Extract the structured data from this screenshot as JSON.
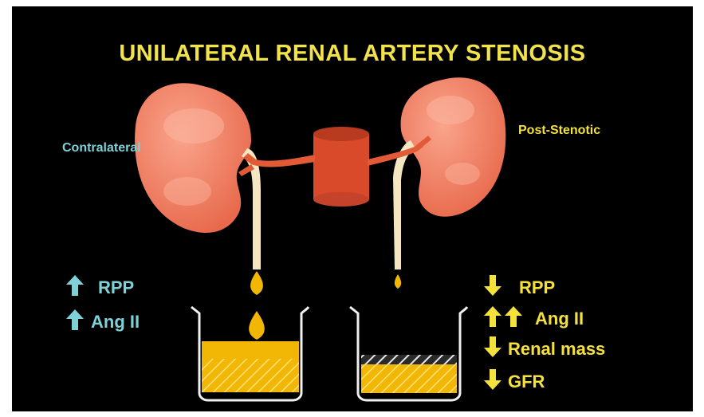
{
  "title": "UNILATERAL RENAL ARTERY STENOSIS",
  "kidneys": {
    "left_label": "Contralateral",
    "right_label": "Post-Stenotic"
  },
  "left_indicators": [
    {
      "arrows": "up",
      "label": "RPP"
    },
    {
      "arrows": "up",
      "label": "Ang II"
    }
  ],
  "right_indicators": [
    {
      "arrows": "down",
      "label": "RPP"
    },
    {
      "arrows": "up-up",
      "label": "Ang II"
    },
    {
      "arrows": "down",
      "label": "Renal mass"
    },
    {
      "arrows": "down",
      "label": "GFR"
    }
  ],
  "colors": {
    "background": "#000000",
    "title": "#f2e34a",
    "left_text": "#7fd1d8",
    "right_text": "#f5e13c",
    "kidney": "#f07a5f",
    "artery": "#d94a2a",
    "ureter": "#f5e6c2",
    "urine": "#f2b705"
  },
  "icons": [
    "arrow-up-icon",
    "arrow-down-icon"
  ]
}
